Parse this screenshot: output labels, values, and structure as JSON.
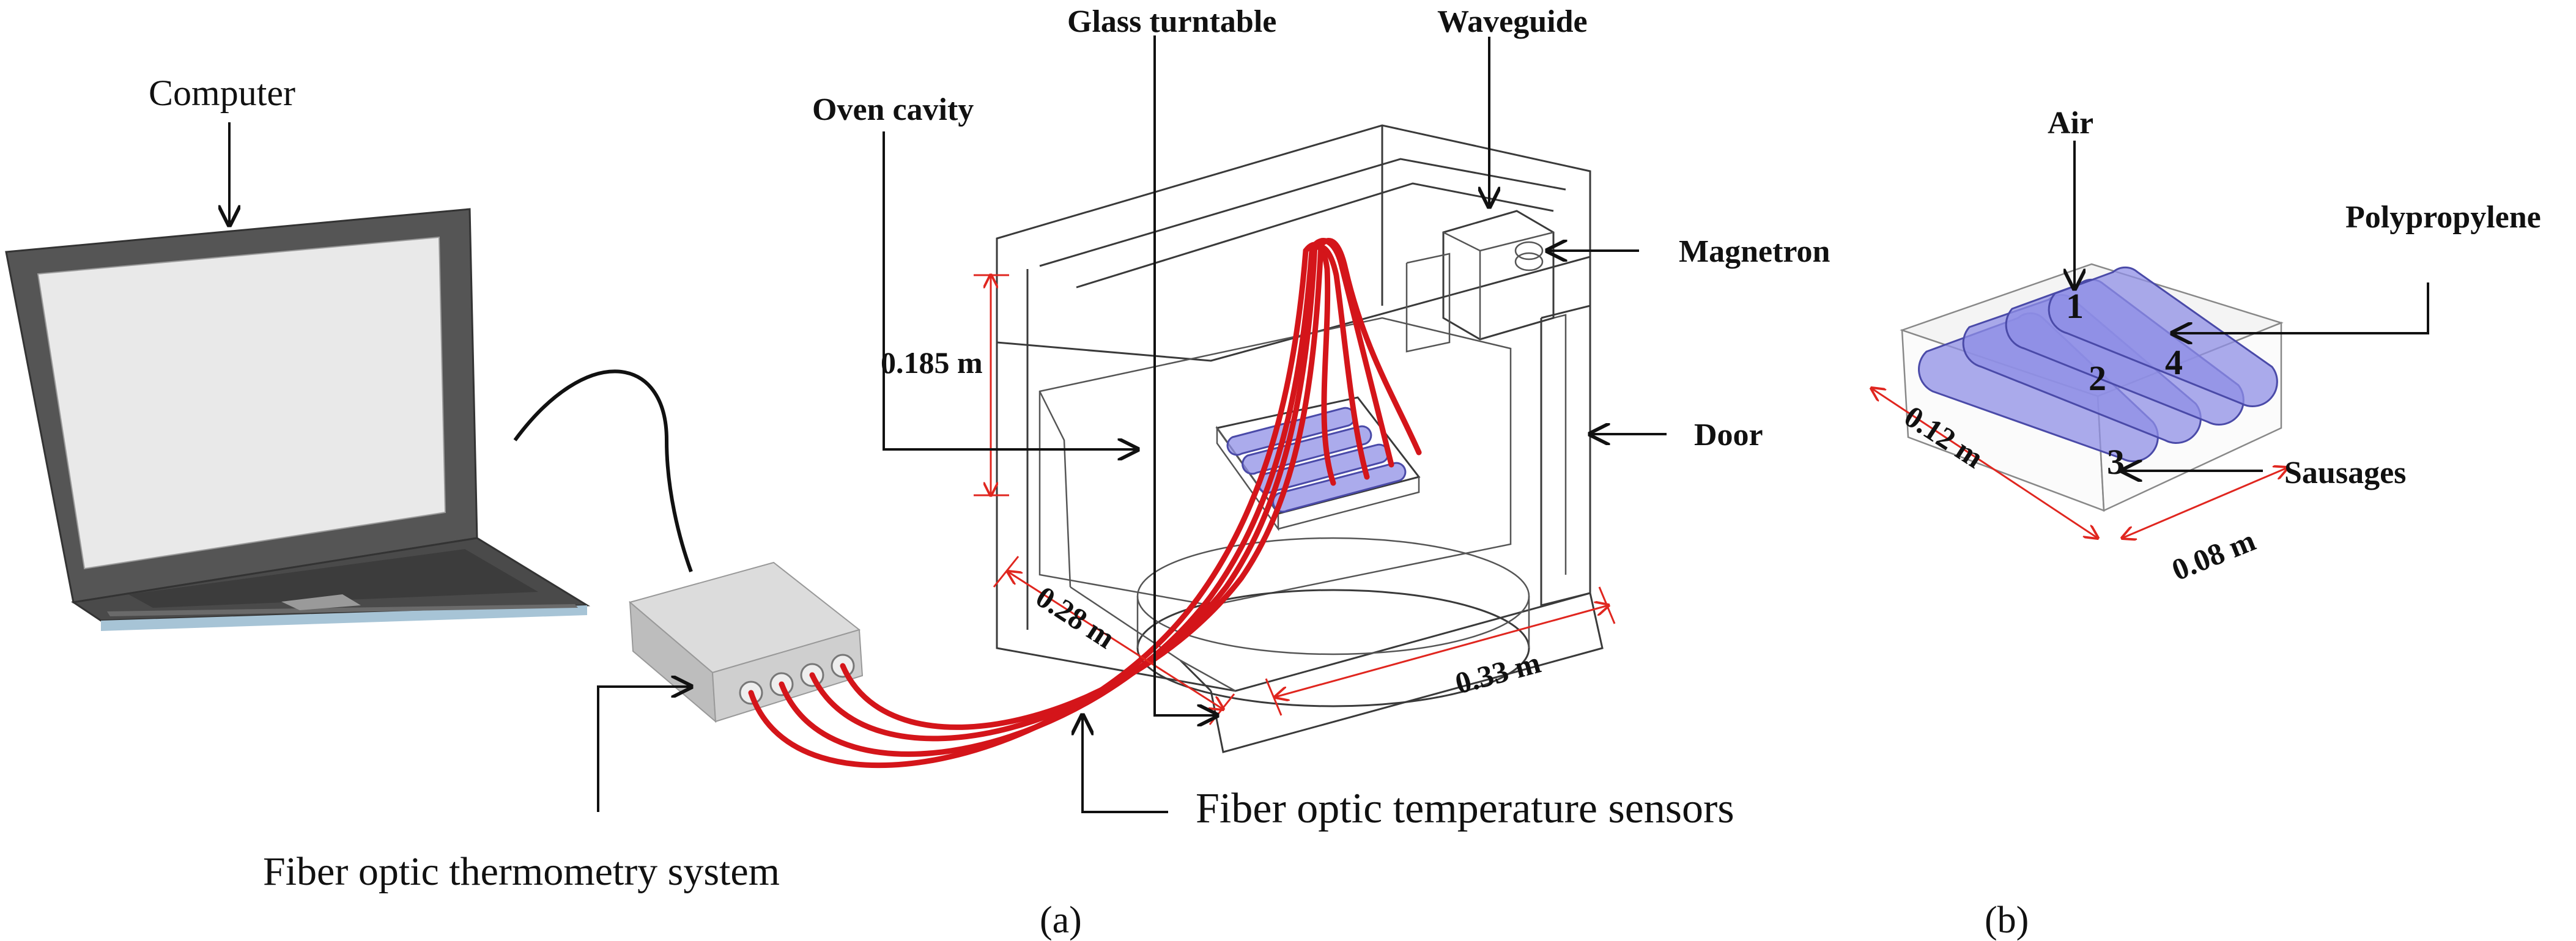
{
  "labels": {
    "computer": "Computer",
    "fiber_optic_thermometry_system": "Fiber optic thermometry system",
    "fiber_optic_temperature_sensors": "Fiber optic temperature sensors",
    "oven_cavity": "Oven cavity",
    "glass_turntable": "Glass turntable",
    "waveguide": "Waveguide",
    "magnetron": "Magnetron",
    "door": "Door",
    "air": "Air",
    "polypropylene": "Polypropylene",
    "sausages": "Sausages"
  },
  "dimensions": {
    "oven_height": "0.185 m",
    "oven_depth": "0.28 m",
    "oven_width": "0.33 m",
    "box_length": "0.12 m",
    "box_width": "0.08 m"
  },
  "sausage_numbers": [
    "1",
    "2",
    "3",
    "4"
  ],
  "panels": {
    "a": "(a)",
    "b": "(b)"
  },
  "colors": {
    "fiber": "#d4151a",
    "dimension_lines": "#e0261f",
    "sausage_fill": "#8f8fe6",
    "laptop_body": "#555555"
  }
}
